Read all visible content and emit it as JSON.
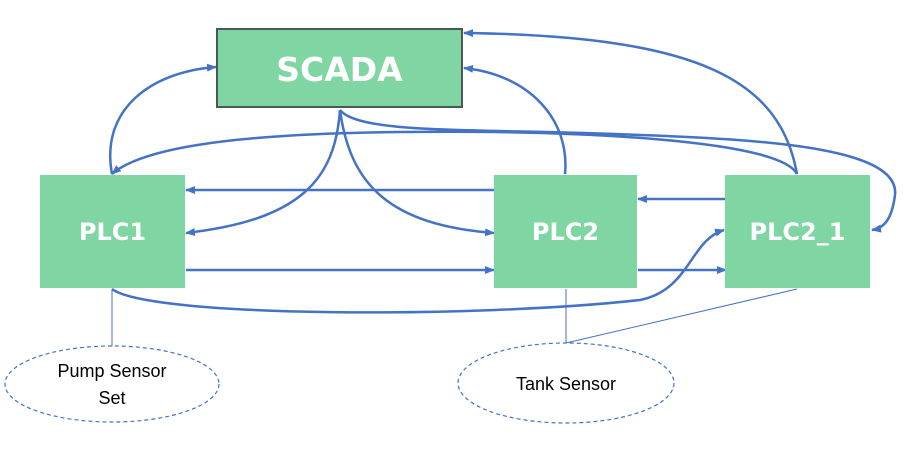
{
  "nodes": {
    "scada": {
      "label": "SCADA"
    },
    "plc1": {
      "label": "PLC1"
    },
    "plc2": {
      "label": "PLC2"
    },
    "plc2_1": {
      "label": "PLC2_1"
    },
    "pump_sensor": {
      "line1": "Pump Sensor",
      "line2": "Set"
    },
    "tank_sensor": {
      "label": "Tank Sensor"
    }
  },
  "colors": {
    "box_fill": "#7fd6a2",
    "scada_stroke": "#4a5a52",
    "arrow": "#4472c4",
    "sensor_stroke": "#4472c4",
    "text": "#ffffff"
  }
}
